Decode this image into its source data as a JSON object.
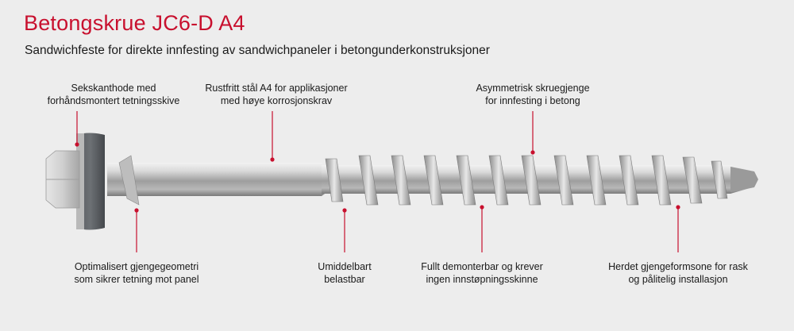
{
  "title": "Betongskrue JC6-D A4",
  "subtitle": "Sandwichfeste for direkte innfesting av sandwichpaneler i betongunderkonstruksjoner",
  "accent_color": "#c8102e",
  "callouts": [
    {
      "id": "head",
      "lines": [
        "Sekskanthode med",
        "forhåndsmontert tetningsskive"
      ]
    },
    {
      "id": "steel",
      "lines": [
        "Rustfritt stål A4 for applikasjoner",
        "med høye korrosjonskrav"
      ]
    },
    {
      "id": "thread",
      "lines": [
        "Asymmetrisk skruegjenge",
        "for innfesting i betong"
      ]
    },
    {
      "id": "geometry",
      "lines": [
        "Optimalisert gjengegeometri",
        "som sikrer tetning mot panel"
      ]
    },
    {
      "id": "load",
      "lines": [
        "Umiddelbart",
        "belastbar"
      ]
    },
    {
      "id": "remove",
      "lines": [
        "Fullt demonterbar og krever",
        "ingen innstøpningsskinne"
      ]
    },
    {
      "id": "hardened",
      "lines": [
        "Herdet gjengeformsone for rask",
        "og pålitelig installasjon"
      ]
    }
  ]
}
